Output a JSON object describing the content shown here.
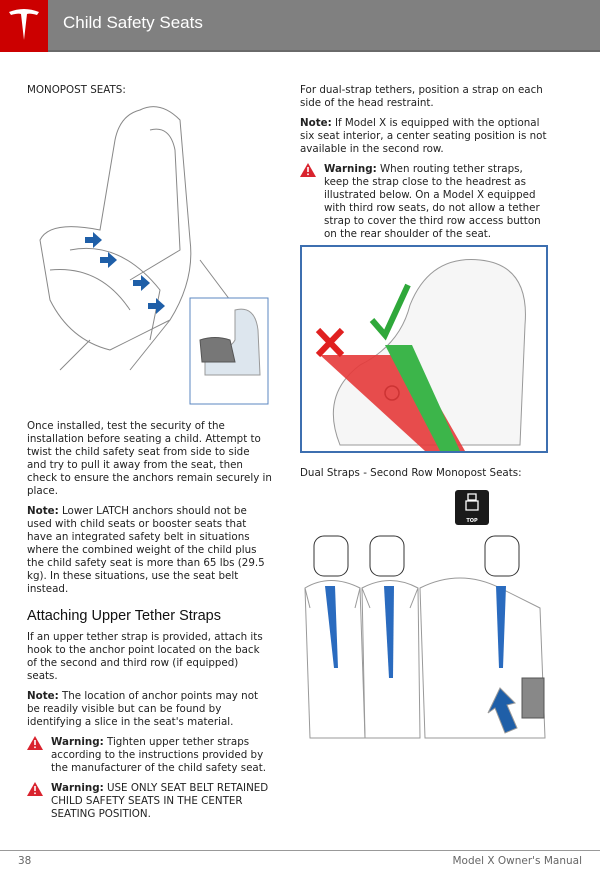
{
  "header": {
    "title": "Child Safety Seats"
  },
  "left": {
    "monopost_label": "MONOPOST SEATS:",
    "para1": "Once installed, test the security of the installation before seating a child. Attempt to twist the child safety seat from side to side and try to pull it away from the seat, then check to ensure the anchors remain securely in place.",
    "note1_label": "Note:",
    "note1": " Lower LATCH anchors should not be used with child seats or booster seats that have an integrated safety belt in situations where the combined weight of the child plus the child safety seat is more than 65 lbs (29.5 kg). In these situations, use the seat belt instead.",
    "heading": "Attaching Upper Tether Straps",
    "para2": "If an upper tether strap is provided, attach its hook to the anchor point located on the back of the second and third row (if equipped) seats.",
    "note2_label": "Note:",
    "note2": " The location of anchor points may not be readily visible but can be found by identifying a slice in the seat's material.",
    "warn1_label": "Warning:",
    "warn1": " Tighten upper tether straps according to the instructions provided by the manufacturer of the child safety seat.",
    "warn2_label": "Warning:",
    "warn2": " USE ONLY SEAT BELT RETAINED CHILD SAFETY SEATS IN THE CENTER SEATING POSITION."
  },
  "right": {
    "para1": "For dual-strap tethers, position a strap on each side of the head restraint.",
    "note_label": "Note:",
    "note": " If Model X is equipped with the optional six seat interior, a center seating position is not available in the second row.",
    "warn_label": "Warning:",
    "warn": " When routing tether straps, keep the strap close to the headrest as illustrated below. On a Model X equipped with third row seats, do not allow a tether strap to cover the third row access button on the rear shoulder of the seat.",
    "caption": "Dual Straps - Second Row Monopost Seats:",
    "tether_icon_text": "TOP TETHER"
  },
  "footer": {
    "page": "38",
    "manual": "Model X Owner's Manual"
  },
  "colors": {
    "brand": "#cc0000",
    "header": "#808080",
    "arrow": "#1f5fa8"
  }
}
